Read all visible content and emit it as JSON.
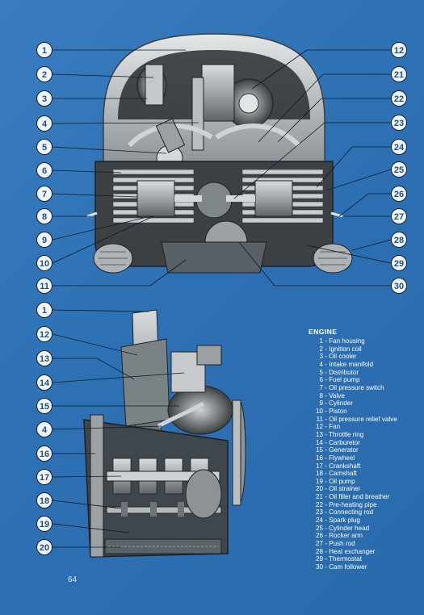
{
  "legend": {
    "title": "ENGINE",
    "items": [
      {
        "num": "1",
        "label": "Fan housing"
      },
      {
        "num": "2",
        "label": "Ignition coil"
      },
      {
        "num": "3",
        "label": "Oil cooler"
      },
      {
        "num": "4",
        "label": "Intake manifold"
      },
      {
        "num": "5",
        "label": "Distributor"
      },
      {
        "num": "6",
        "label": "Fuel pump"
      },
      {
        "num": "7",
        "label": "Oil pressure switch"
      },
      {
        "num": "8",
        "label": "Valve"
      },
      {
        "num": "9",
        "label": "Cylinder"
      },
      {
        "num": "10",
        "label": "Piston"
      },
      {
        "num": "11",
        "label": "Oil pressure relief valve"
      },
      {
        "num": "12",
        "label": "Fan"
      },
      {
        "num": "13",
        "label": "Throttle ring"
      },
      {
        "num": "14",
        "label": "Carburetor"
      },
      {
        "num": "15",
        "label": "Generator"
      },
      {
        "num": "16",
        "label": "Flywheel"
      },
      {
        "num": "17",
        "label": "Crankshaft"
      },
      {
        "num": "18",
        "label": "Camshaft"
      },
      {
        "num": "19",
        "label": "Oil pump"
      },
      {
        "num": "20",
        "label": "Oil strainer"
      },
      {
        "num": "21",
        "label": "Oil filler and breather"
      },
      {
        "num": "22",
        "label": "Pre-heating pipe"
      },
      {
        "num": "23",
        "label": "Connecting rod"
      },
      {
        "num": "24",
        "label": "Spark plug"
      },
      {
        "num": "25",
        "label": "Cylinder head"
      },
      {
        "num": "26",
        "label": "Rocker arm"
      },
      {
        "num": "27",
        "label": "Push rod"
      },
      {
        "num": "28",
        "label": "Heat exchanger"
      },
      {
        "num": "29",
        "label": "Thermostat"
      },
      {
        "num": "30",
        "label": "Cam follower"
      }
    ]
  },
  "callouts_top_left": [
    "1",
    "2",
    "3",
    "4",
    "5",
    "6",
    "7",
    "8",
    "9",
    "10",
    "11"
  ],
  "callouts_top_right": [
    "12",
    "21",
    "22",
    "23",
    "24",
    "25",
    "26",
    "27",
    "28",
    "29",
    "30"
  ],
  "callouts_bottom": [
    "1",
    "12",
    "13",
    "14",
    "15",
    "4",
    "16",
    "17",
    "18",
    "19",
    "20"
  ],
  "page_number": "64"
}
